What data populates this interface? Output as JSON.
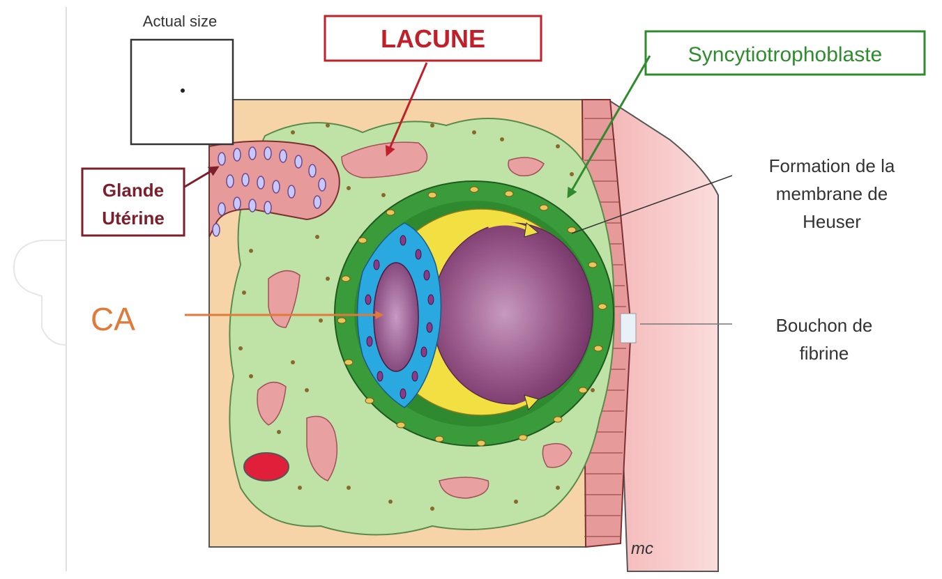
{
  "labels": {
    "actual_size": "Actual size",
    "lacune": "LACUNE",
    "syncytio": "Syncytiotrophoblaste",
    "glande_line1": "Glande",
    "glande_line2": "Utérine",
    "heuser_line1": "Formation de la",
    "heuser_line2": "membrane de",
    "heuser_line3": "Heuser",
    "bouchon_line1": "Bouchon de",
    "bouchon_line2": "fibrine",
    "ca": "CA",
    "signature": "mc"
  },
  "colors": {
    "lacune": "#c0202a",
    "syncytio": "#2e8b2e",
    "glande": "#7a1f2b",
    "ca": "#e07a3a",
    "text": "#333333",
    "endometrium": "#f7d3a8",
    "syncytio_tissue": "#bfe3a6",
    "cytotrophoblast": "#3a9b3a",
    "hypoblast": "#f2e043",
    "epiblast": "#29a9e0",
    "cavity": "#8b4a78"
  }
}
